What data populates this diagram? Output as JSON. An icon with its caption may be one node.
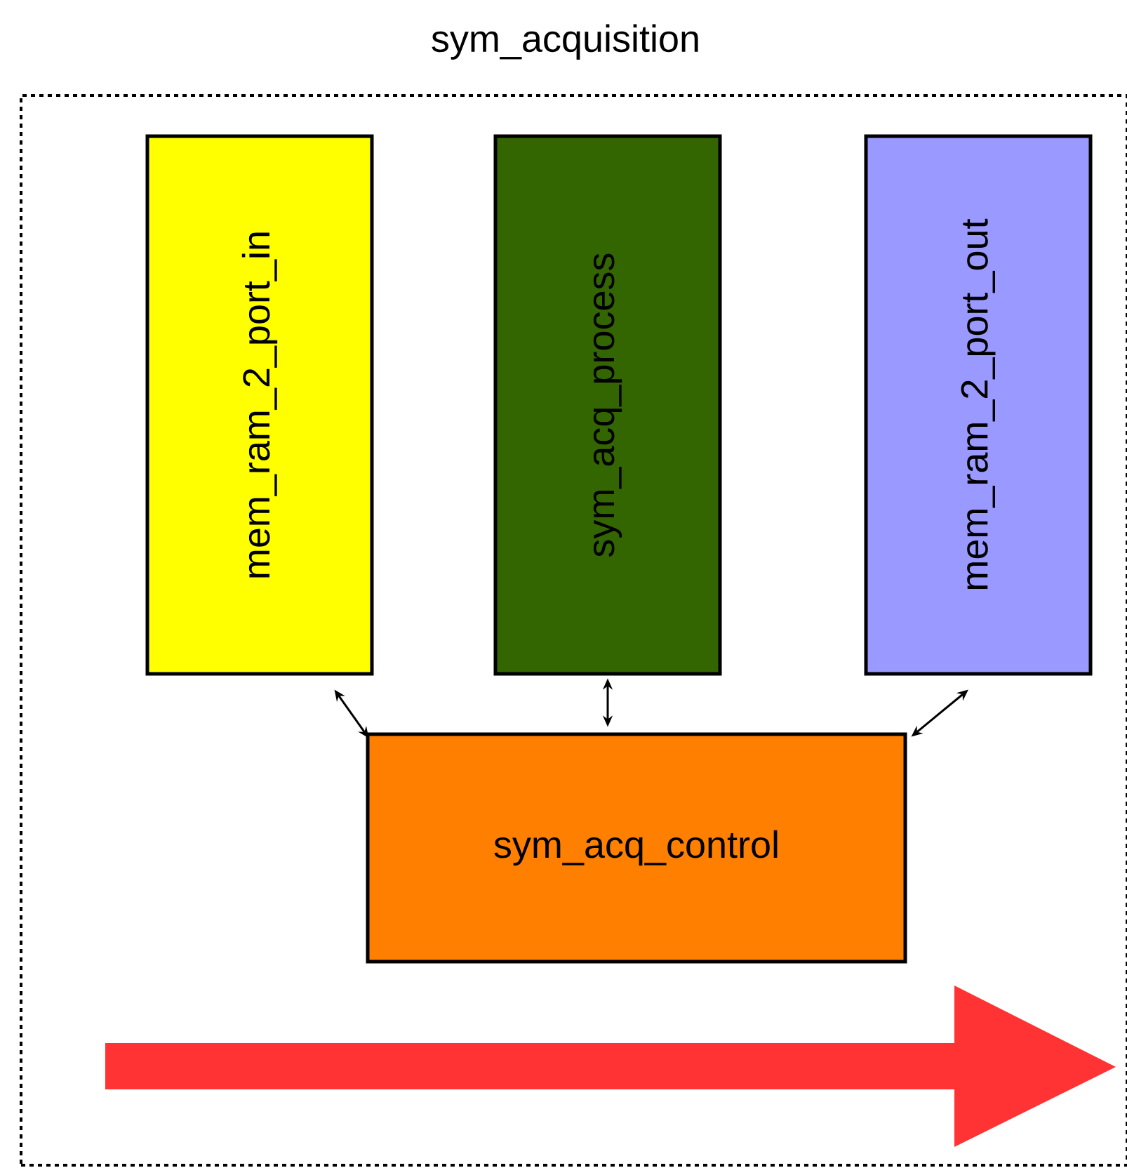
{
  "diagram": {
    "nodes": [
      {
        "text": [
          "sym_acquisition"
        ]
      },
      {
        "text": [
          "mem_ram_2_port_in"
        ],
        "in": 0
      },
      {
        "text": [
          "sym_acq_process"
        ],
        "in": 0
      },
      {
        "text": [
          "mem_ram_2_port_out"
        ],
        "in": 0
      },
      {
        "text": [
          "sym_acq_control"
        ],
        "in": 0
      }
    ],
    "edges": [
      {
        "from": 1,
        "to": 4,
        "arrow": "both"
      },
      {
        "from": 2,
        "to": 4,
        "arrow": "both"
      },
      {
        "from": 3,
        "to": 4,
        "arrow": "both"
      }
    ]
  }
}
